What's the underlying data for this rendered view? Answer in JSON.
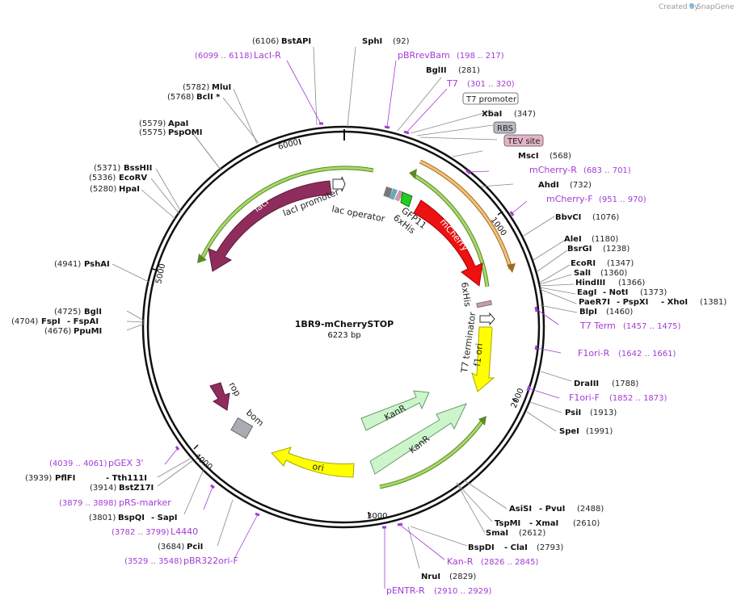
{
  "credit": {
    "text": "Created by",
    "brand": "SnapGene"
  },
  "plasmid": {
    "name": "1BR9-mCherrySTOP",
    "length": "6223 bp"
  },
  "ticks": [
    "1000",
    "2000",
    "3000",
    "4000",
    "5000",
    "6000"
  ],
  "features": {
    "lacI": "lacI",
    "mCherry": "mCherry",
    "GFP11": "GFP11",
    "sixHis1": "6xHis",
    "sixHis2": "6xHis",
    "T7term": "T7 terminator",
    "f1ori": "f1 ori",
    "KanR1": "KanR",
    "KanR2": "KanR",
    "ori": "ori",
    "rop": "rop",
    "bom": "bom",
    "lacIpromoter": "lacI promoter",
    "lacoperator": "lac operator"
  },
  "boxed": {
    "t7promoter": "T7 promoter",
    "rbs": "RBS",
    "tev": "TEV site"
  },
  "sites": {
    "sphi": {
      "name": "SphI",
      "pos": "(92)"
    },
    "bstapi": {
      "name": "BstAPI",
      "pos": "(6106)"
    },
    "bglii": {
      "name": "BglII",
      "pos": "(281)"
    },
    "xbai": {
      "name": "XbaI",
      "pos": "(347)"
    },
    "msci": {
      "name": "MscI",
      "pos": "(568)"
    },
    "ahdi": {
      "name": "AhdI",
      "pos": "(732)"
    },
    "bbvci": {
      "name": "BbvCI",
      "pos": "(1076)"
    },
    "alei": {
      "name": "AleI",
      "pos": "(1180)"
    },
    "bsrgi": {
      "name": "BsrGI",
      "pos": "(1238)"
    },
    "ecori": {
      "name": "EcoRI",
      "pos": "(1347)"
    },
    "sali": {
      "name": "SalI",
      "pos": "(1360)"
    },
    "hindiii": {
      "name": "HindIII",
      "pos": "(1366)"
    },
    "eagi": {
      "name": "EagI",
      "sep": "- NotI",
      "pos": "(1373)"
    },
    "paer7i": {
      "name": "PaeR7I",
      "sep1": "- PspXI",
      "sep2": "- XhoI",
      "pos": "(1381)"
    },
    "blpi": {
      "name": "BlpI",
      "pos": "(1460)"
    },
    "draiii": {
      "name": "DraIII",
      "pos": "(1788)"
    },
    "psii": {
      "name": "PsiI",
      "pos": "(1913)"
    },
    "spei": {
      "name": "SpeI",
      "pos": "(1991)"
    },
    "asisi": {
      "name": "AsiSI",
      "sep": "- PvuI",
      "pos": "(2488)"
    },
    "tspmi": {
      "name": "TspMI",
      "sep": "- XmaI",
      "pos": "(2610)"
    },
    "smai": {
      "name": "SmaI",
      "pos": "(2612)"
    },
    "bspdi": {
      "name": "BspDI",
      "sep": "- ClaI",
      "pos": "(2793)"
    },
    "nrui": {
      "name": "NruI",
      "pos": "(2829)"
    },
    "pcii": {
      "name": "PciI",
      "pos": "(3684)"
    },
    "bspqi": {
      "name": "BspQI",
      "sep": "- SapI",
      "pos": "(3801)"
    },
    "bstz17i": {
      "name": "BstZ17I",
      "pos": "(3914)"
    },
    "pflfi": {
      "name": "PflFI",
      "sep": "- Tth111I",
      "pos": "(3939)"
    },
    "ppumi": {
      "name": "PpuMI",
      "pos": "(4676)"
    },
    "fspi": {
      "name": "FspI",
      "sep": "- FspAI",
      "pos": "(4704)"
    },
    "bgli": {
      "name": "BglI",
      "pos": "(4725)"
    },
    "pshai": {
      "name": "PshAI",
      "pos": "(4941)"
    },
    "hpai": {
      "name": "HpaI",
      "pos": "(5280)"
    },
    "ecorv": {
      "name": "EcoRV",
      "pos": "(5336)"
    },
    "bsshii": {
      "name": "BssHII",
      "pos": "(5371)"
    },
    "pspomi": {
      "name": "PspOMI",
      "pos": "(5575)"
    },
    "apai": {
      "name": "ApaI",
      "pos": "(5579)"
    },
    "bcli": {
      "name": "BclI *",
      "pos": "(5768)"
    },
    "mlui": {
      "name": "MluI",
      "pos": "(5782)"
    }
  },
  "primers": {
    "laciR": {
      "name": "LacI-R",
      "pos": "(6099 .. 6118)"
    },
    "pbrrevbam": {
      "name": "pBRrevBam",
      "pos": "(198 .. 217)"
    },
    "t7": {
      "name": "T7",
      "pos": "(301 .. 320)"
    },
    "mcherryR": {
      "name": "mCherry-R",
      "pos": "(683 .. 701)"
    },
    "mcherryF": {
      "name": "mCherry-F",
      "pos": "(951 .. 970)"
    },
    "t7term": {
      "name": "T7 Term",
      "pos": "(1457 .. 1475)"
    },
    "f1oriR": {
      "name": "F1ori-R",
      "pos": "(1642 .. 1661)"
    },
    "f1oriF": {
      "name": "F1ori-F",
      "pos": "(1852 .. 1873)"
    },
    "kanR": {
      "name": "Kan-R",
      "pos": "(2826 .. 2845)"
    },
    "pentrR": {
      "name": "pENTR-R",
      "pos": "(2910 .. 2929)"
    },
    "pbr322": {
      "name": "pBR322ori-F",
      "pos": "(3529 .. 3548)"
    },
    "l4440": {
      "name": "L4440",
      "pos": "(3782 .. 3799)"
    },
    "prs": {
      "name": "pRS-marker",
      "pos": "(3879 .. 3898)"
    },
    "pgex": {
      "name": "pGEX 3'",
      "pos": "(4039 .. 4061)"
    }
  },
  "colors": {
    "lacI": "#8e2c5c",
    "mCherry": "#ee1111",
    "f1ori": "#ffff00",
    "ori": "#ffff00",
    "KanR": "#ccf5cc",
    "rop": "#8e2c5c",
    "bom": "#a9adb3",
    "primer": "#a23bd6",
    "backbone": "#111111",
    "orf": "#8cc23f",
    "orfOrange": "#e6a23c"
  }
}
